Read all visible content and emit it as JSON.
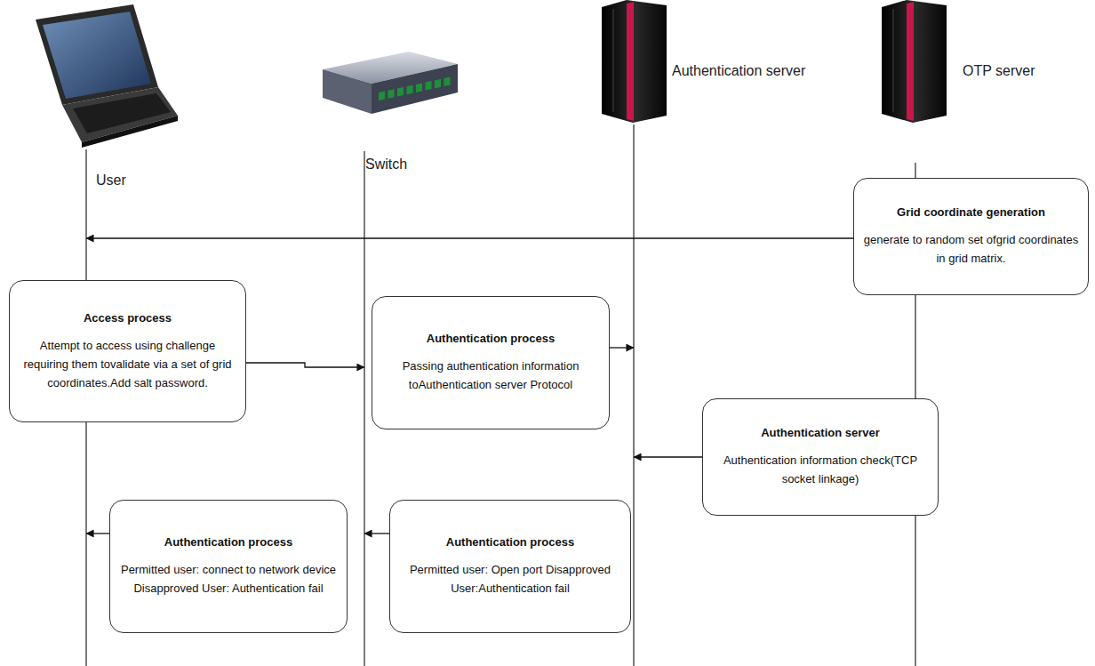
{
  "diagram": {
    "nodes": [
      {
        "text": [
          "User"
        ]
      },
      {
        "text": [
          "Switch"
        ]
      },
      {
        "text": [
          "Authentication server"
        ]
      },
      {
        "text": [
          "OTP server"
        ]
      },
      {
        "text": [
          "Grid coordinate generation",
          "generate to random set ofgrid coordinates in grid matrix."
        ]
      },
      {
        "text": [
          "Access process",
          "Attempt to access using challenge requiring them tovalidate via a set of grid coordinates.Add salt password."
        ]
      },
      {
        "text": [
          "Authentication process",
          "Passing authentication information toAuthentication server Protocol"
        ]
      },
      {
        "text": [
          "Authentication server",
          "Authentication information check(TCP socket linkage)"
        ]
      },
      {
        "text": [
          "Authentication process",
          "Permitted user: connect to network device Disapproved User: Authentication fail"
        ]
      },
      {
        "text": [
          "Authentication process",
          "Permitted user: Open port Disapproved User:Authentication fail"
        ]
      }
    ],
    "edges": [
      {
        "from": 4,
        "to": 0,
        "arrow": "to"
      },
      {
        "from": 5,
        "to": 1,
        "arrow": "to"
      },
      {
        "from": 6,
        "to": 2,
        "arrow": "to"
      },
      {
        "from": 7,
        "to": 2,
        "arrow": "to"
      },
      {
        "from": 9,
        "to": 1,
        "arrow": "to"
      },
      {
        "from": 8,
        "to": 0,
        "arrow": "to"
      }
    ]
  }
}
